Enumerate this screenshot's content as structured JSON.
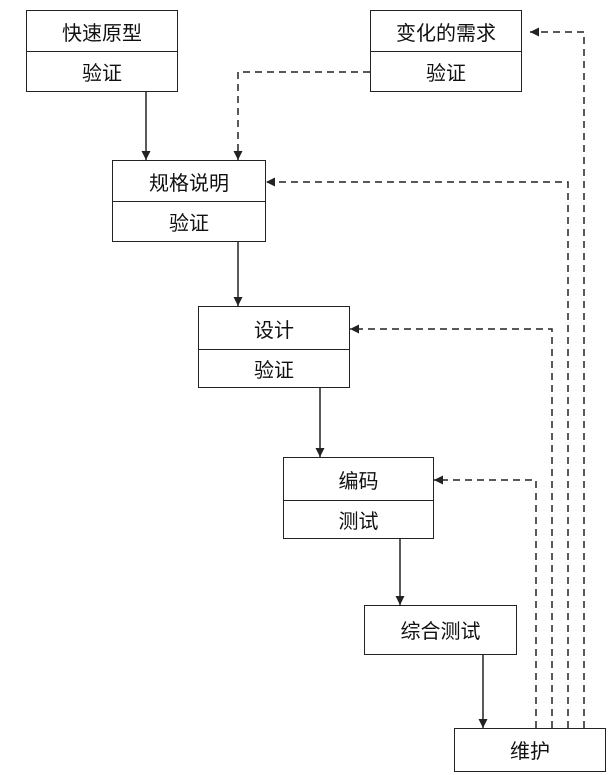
{
  "nodes": {
    "prototype": {
      "title": "快速原型",
      "sub": "验证"
    },
    "changing_requirements": {
      "title": "变化的需求",
      "sub": "验证"
    },
    "specification": {
      "title": "规格说明",
      "sub": "验证"
    },
    "design": {
      "title": "设计",
      "sub": "验证"
    },
    "coding": {
      "title": "编码",
      "sub": "测试"
    },
    "integration_test": {
      "title": "综合测试"
    },
    "maintenance": {
      "title": "维护"
    }
  }
}
